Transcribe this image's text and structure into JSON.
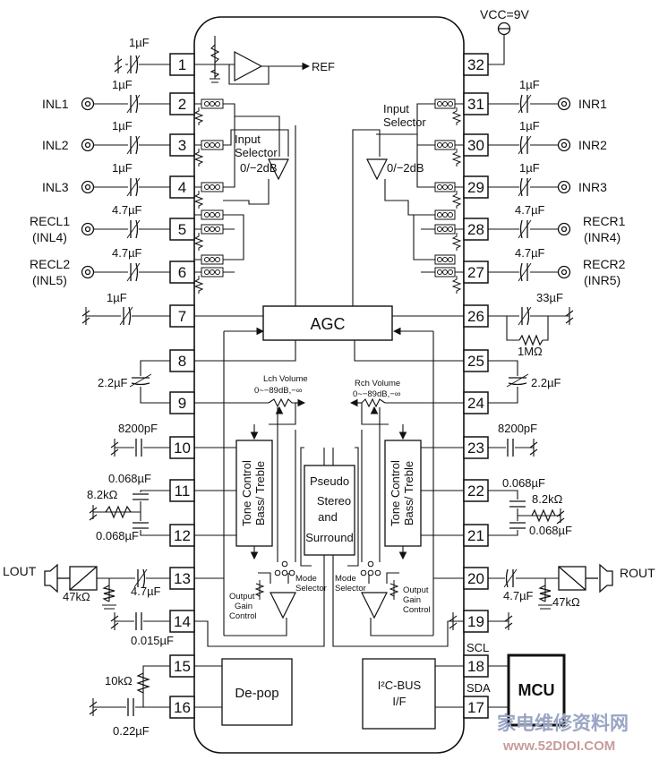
{
  "pins": {
    "left": [
      "1",
      "2",
      "3",
      "4",
      "5",
      "6",
      "7",
      "8",
      "9",
      "10",
      "11",
      "12",
      "13",
      "14",
      "15",
      "16"
    ],
    "right": [
      "32",
      "31",
      "30",
      "29",
      "28",
      "27",
      "26",
      "25",
      "24",
      "23",
      "22",
      "21",
      "20",
      "19",
      "18",
      "17"
    ]
  },
  "inputs": {
    "left": [
      "INL1",
      "INL2",
      "INL3",
      "RECL1",
      "(INL4)",
      "RECL2",
      "(INL5)"
    ],
    "right": [
      "INR1",
      "INR2",
      "INR3",
      "RECR1",
      "(INR4)",
      "RECR2",
      "(INR5)"
    ]
  },
  "components": {
    "c1uF": "1µF",
    "c47uF": "4.7µF",
    "c33uF": "33µF",
    "r1M": "1MΩ",
    "c22uF": "2.2µF",
    "c8200": "8200pF",
    "c068": "0.068µF",
    "r82k": "8.2kΩ",
    "r47k": "47kΩ",
    "c015": "0.015µF",
    "r10k": "10kΩ",
    "c022": "0.22µF"
  },
  "supply": "VCC=9V",
  "blocks": {
    "agc": "AGC",
    "ref": "REF",
    "input_selector": [
      "Input",
      "Selector"
    ],
    "gain": "0/−2dB",
    "lch_volume": [
      "Lch Volume",
      "0~−89dB,−∞"
    ],
    "rch_volume": [
      "Rch Volume",
      "0~−89dB,−∞"
    ],
    "tone_control": [
      "Tone Control",
      "Bass/ Treble"
    ],
    "pseudo": [
      "Pseudo",
      "Stereo",
      "and",
      "Surround"
    ],
    "mode_selector": [
      "Mode",
      "Selector"
    ],
    "output_gain": [
      "Output",
      "Gain",
      "Control"
    ],
    "depop": "De-pop",
    "i2c": [
      "I²C-BUS",
      "I/F"
    ],
    "mcu": "MCU"
  },
  "outputs": {
    "lout": "LOUT",
    "rout": "ROUT"
  },
  "bus": {
    "scl": "SCL",
    "sda": "SDA"
  },
  "watermark": [
    "家电维修资料网",
    "www.52DIOI.COM"
  ]
}
